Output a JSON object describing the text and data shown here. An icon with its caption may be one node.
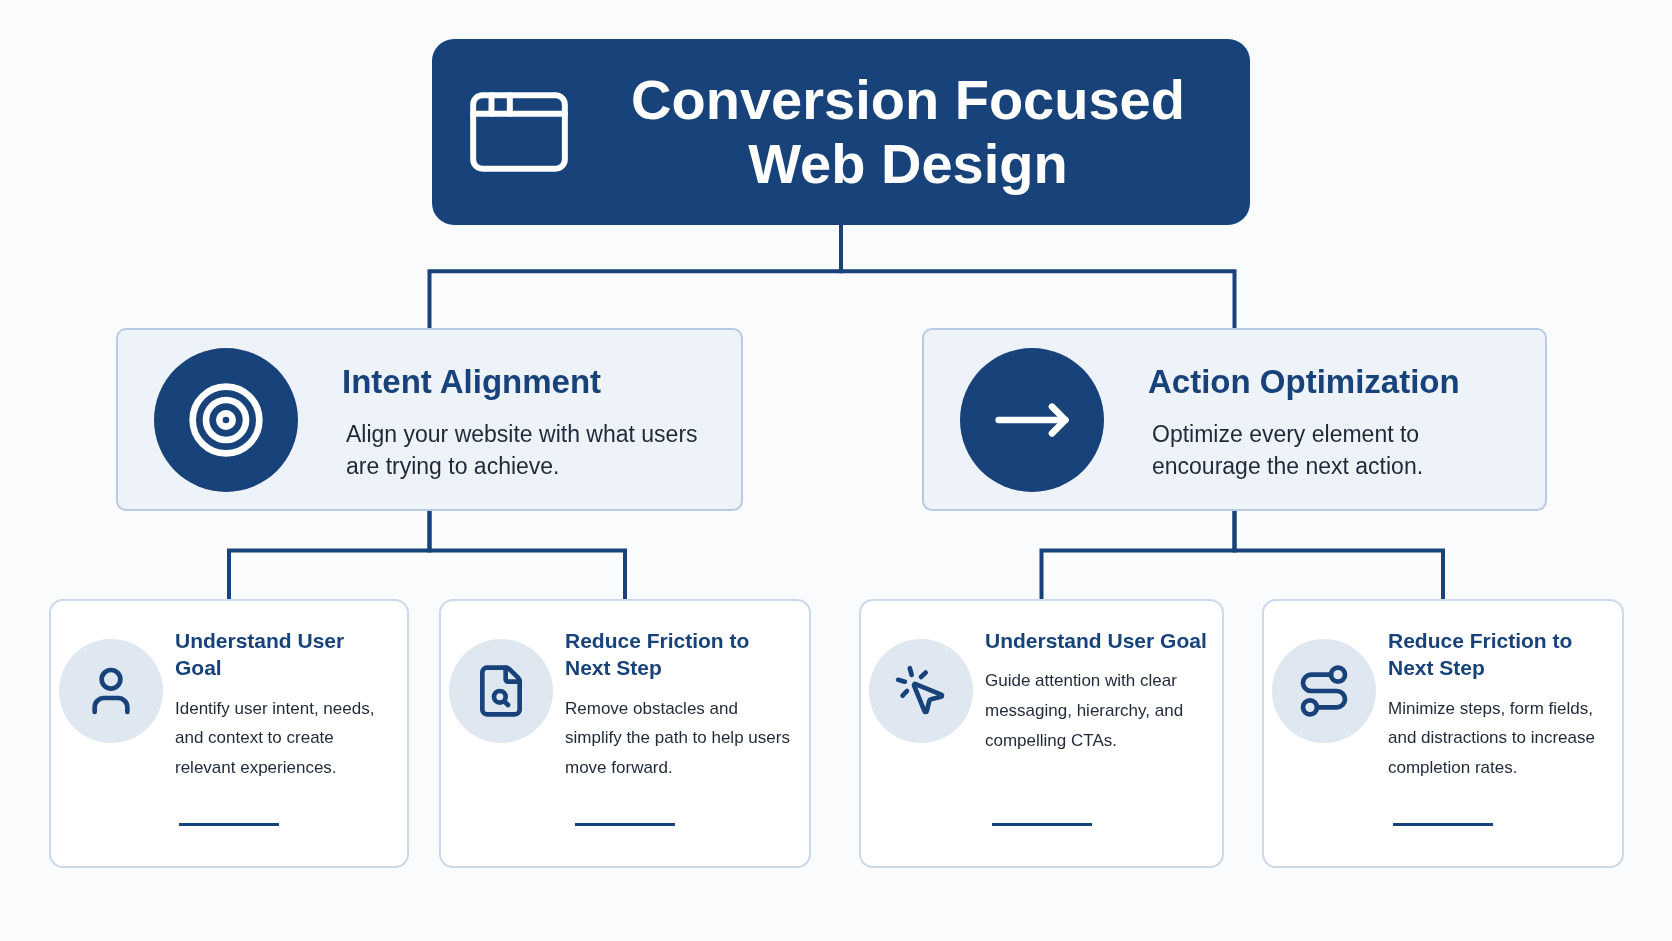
{
  "diagram": {
    "nodes": [
      {
        "text": [
          "Conversion Focused Web Design"
        ]
      },
      {
        "text": [
          "Intent Alignment",
          "Align your website with what users are trying to achieve."
        ]
      },
      {
        "text": [
          "Action Optimization",
          "Optimize every element to encourage the next action."
        ]
      },
      {
        "text": [
          "Understand User Goal",
          "Identify user intent, needs, and context to create relevant experiences."
        ]
      },
      {
        "text": [
          "Reduce Friction to Next Step",
          "Remove obstacles and simplify the path to help users move forward."
        ]
      },
      {
        "text": [
          "Understand User Goal",
          "Guide attention with clear messaging, hierarchy, and compelling CTAs."
        ]
      },
      {
        "text": [
          "Reduce Friction to Next Step",
          "Minimize steps, form fields, and distractions to increase completion rates."
        ]
      }
    ],
    "edges": [
      {
        "from": 0,
        "to": 1,
        "arrow": "none"
      },
      {
        "from": 0,
        "to": 2,
        "arrow": "none"
      },
      {
        "from": 1,
        "to": 3,
        "arrow": "none"
      },
      {
        "from": 1,
        "to": 4,
        "arrow": "none"
      },
      {
        "from": 2,
        "to": 5,
        "arrow": "none"
      },
      {
        "from": 2,
        "to": 6,
        "arrow": "none"
      }
    ]
  }
}
